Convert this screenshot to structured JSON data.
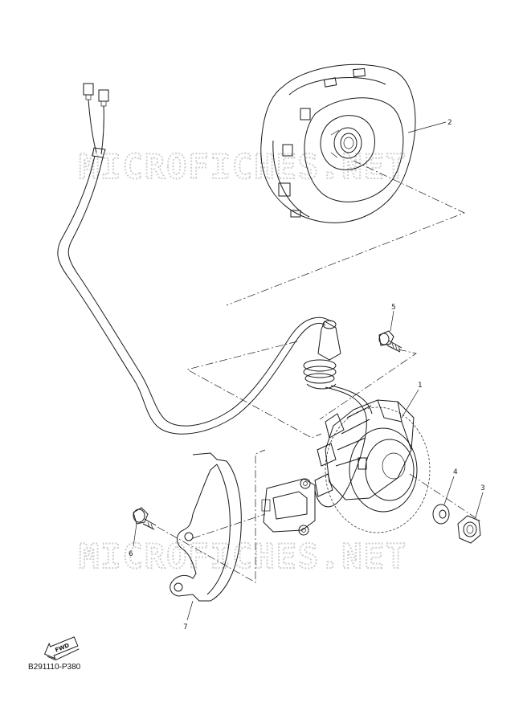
{
  "watermark": "MICROFICHES.NET",
  "diagram_code": "B291110-P380",
  "fwd_label": "FWD",
  "callouts": {
    "p1": "1",
    "p2": "2",
    "p3": "3",
    "p4": "4",
    "p5": "5",
    "p6": "6",
    "p7": "7"
  }
}
